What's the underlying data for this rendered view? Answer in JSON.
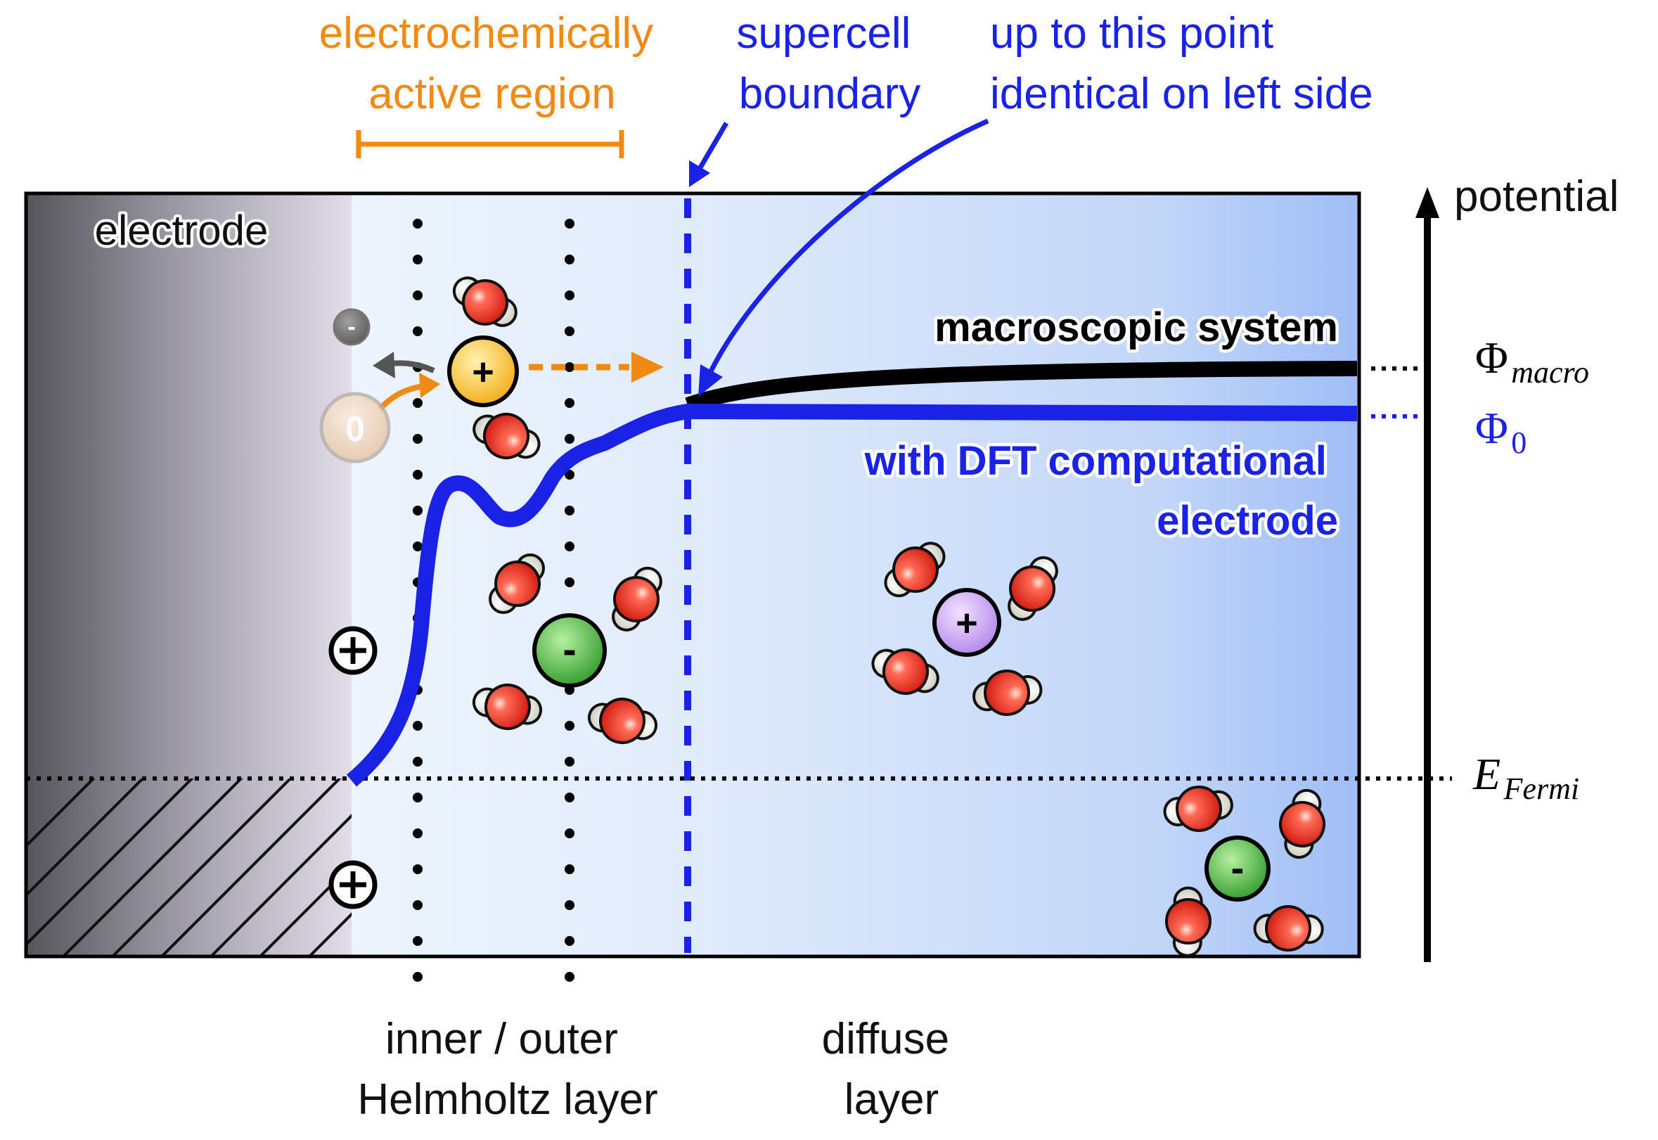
{
  "labels": {
    "active_region": [
      "electrochemically",
      "active region"
    ],
    "supercell_boundary": [
      "supercell",
      "boundary"
    ],
    "identical_note": [
      "up to this point",
      "identical on left side"
    ],
    "potential_axis": "potential",
    "electrode": "electrode",
    "macroscopic_system": "macroscopic system",
    "dft_electrode": [
      "with DFT computational",
      "electrode"
    ],
    "helmholtz_layer": [
      "inner / outer",
      "Helmholtz layer"
    ],
    "diffuse_layer": [
      "diffuse",
      "layer"
    ]
  },
  "levels": {
    "phi_macro": {
      "symbol": "Φ",
      "subscript": "macro"
    },
    "phi_0": {
      "symbol": "Φ",
      "subscript": "0"
    },
    "e_fermi": {
      "symbol": "E",
      "subscript": "Fermi"
    }
  },
  "ion_signs": {
    "plus": "+",
    "minus": "-",
    "neutral": "0"
  },
  "colors": {
    "orange": "#f08a12",
    "blue": "#1a22e6",
    "black": "#000000",
    "solution_light": "#e8f0fc",
    "solution_dark": "#9ebdf6",
    "anion_green": "#33a02c",
    "cation_purple": "#b98af0",
    "cation_yellow": "#f5b81c",
    "oxygen_red": "#e8281c",
    "hydrogen_white": "#f0f0e8"
  }
}
